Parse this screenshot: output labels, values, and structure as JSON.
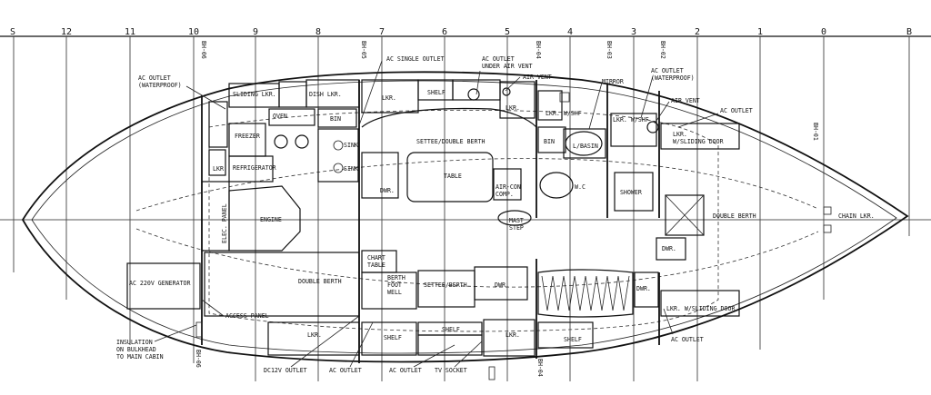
{
  "stations": [
    "S",
    "12",
    "11",
    "10",
    "9",
    "8",
    "7",
    "6",
    "5",
    "4",
    "3",
    "2",
    "1",
    "0",
    "B"
  ],
  "labels": {
    "ac_outlet_waterproof_fwd": "AC OUTLET\n(WATERPROOF)",
    "sliding_lkr": "SLIDING LKR.",
    "dish_lkr": "DISH LKR.",
    "lkr": "LKR.",
    "shelf": "SHELF",
    "ac_single_outlet": "AC SINGLE OUTLET",
    "ac_outlet_under_vent": "AC OUTLET\nUNDER AIR VENT",
    "air_vent": "AIR VENT",
    "mirror": "MIRROR",
    "ac_outlet_waterproof_aft": "AC OUTLET\n(WATERPROOF)",
    "lkr_wshf": "LKR. W/SHF",
    "lkr_wshf2": "LKR. W/SHF",
    "ac_outlet": "AC OUTLET",
    "oven": "OVEN",
    "bin": "BIN",
    "freezer": "FREEZER",
    "sink": "SINK",
    "settee_double_berth": "SETTEE/DOUBLE BERTH",
    "basin": "L/BASIN",
    "lkr_sliding_door": "LKR.\nW/SLIDING DOOR",
    "refrigerator": "REFRIGERATOR",
    "table": "TABLE",
    "dwr": "DWR.",
    "aircon_comp": "AIR-CON\nCOMP.",
    "wc": "W.C",
    "shower": "SHOWER",
    "elec_panel": "ELEC. PANEL",
    "engine": "ENGINE",
    "mast_step": "MAST\nSTEP",
    "double_berth": "DOUBLE BERTH",
    "chain_lkr": "CHAIN LKR.",
    "chart_table": "CHART\nTABLE",
    "berth_foot_well": "BERTH\nFOOT\nWELL",
    "settee_berth": "SETTEE/BERTH",
    "generator": "AC 220V GENERATOR",
    "double_berth_aft": "DOUBLE BERTH",
    "access_panel": "ACCESS PANEL",
    "lkr_wsliding_door": "LKR. W/SLIDING DOOR",
    "insulation": "INSULATION\nON BULKHEAD\nTO MAIN CABIN",
    "dc12v_outlet": "DC12V OUTLET",
    "ac_outlet_bottom": "AC OUTLET",
    "ac_outlet_tv": "AC OUTLET",
    "tv_socket": "TV SOCKET",
    "ac_outlet_right": "AC OUTLET"
  },
  "bulkheads": [
    "BH-06",
    "BH-05",
    "BH-04",
    "BH-03",
    "BH-02",
    "BH-01",
    "BH-06",
    "BH-04"
  ]
}
